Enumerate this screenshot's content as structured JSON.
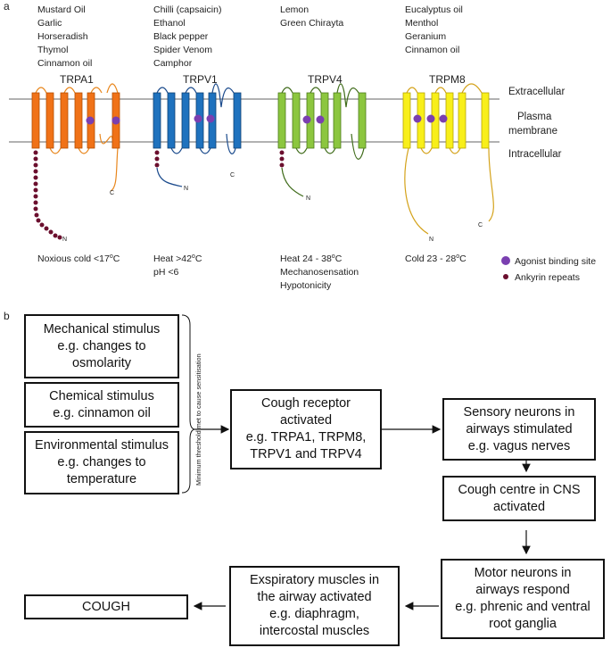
{
  "panel_a": {
    "label": "a",
    "stimuli": {
      "trpa1": [
        "Mustard Oil",
        "Garlic",
        "Horseradish",
        "Thymol",
        "Cinnamon oil"
      ],
      "trpv1": [
        "Chilli (capsaicin)",
        "Ethanol",
        "Black pepper",
        "Spider Venom",
        "Camphor"
      ],
      "trpv4": [
        "Lemon",
        "Green Chirayta"
      ],
      "trpm8": [
        "Eucalyptus oil",
        "Menthol",
        "Geranium",
        "Cinnamon oil"
      ]
    },
    "channels": {
      "trpa1": "TRPA1",
      "trpv1": "TRPV1",
      "trpv4": "TRPV4",
      "trpm8": "TRPM8"
    },
    "regions": {
      "extracellular": "Extracellular",
      "plasma1": "Plasma",
      "plasma2": "membrane",
      "intracellular": "Intracellular"
    },
    "termini": {
      "n": "N",
      "c": "C"
    },
    "activation": {
      "trpa1": [
        "Noxious cold <17",
        "o",
        "C"
      ],
      "trpv1_heat": [
        "Heat >42",
        "o",
        "C"
      ],
      "trpv1_ph": "pH <6",
      "trpv4_heat": [
        "Heat 24 - 38",
        "o",
        "C"
      ],
      "trpv4_mech": "Mechanosensation",
      "trpv4_hypo": "Hypotonicity",
      "trpm8": [
        "Cold 23 - 28",
        "o",
        "C"
      ]
    },
    "legend": {
      "agonist": "Agonist binding site",
      "ankyrin": "Ankyrin repeats"
    },
    "colors": {
      "trpa1": "#f07218",
      "trpv1": "#1f72be",
      "trpv4": "#8cc63f",
      "trpm8": "#f8ef1a",
      "agonist": "#7a3fb0",
      "ankyrin": "#6b0f2e"
    }
  },
  "panel_b": {
    "label": "b",
    "mechanical": [
      "Mechanical stimulus",
      "e.g. changes to",
      "osmolarity"
    ],
    "chemical": [
      "Chemical stimulus",
      "e.g. cinnamon oil"
    ],
    "environmental": [
      "Environmental stimulus",
      "e.g. changes to",
      "temperature"
    ],
    "threshold": "Minimum threshold met to cause sensitisation",
    "receptor": [
      "Cough receptor",
      "activated",
      "e.g. TRPA1, TRPM8,",
      "TRPV1 and TRPV4"
    ],
    "sensory": [
      "Sensory neurons in",
      "airways stimulated",
      "e.g. vagus nerves"
    ],
    "centre": [
      "Cough centre in CNS",
      "activated"
    ],
    "motor": [
      "Motor neurons in",
      "airways respond",
      "e.g. phrenic and ventral",
      "root ganglia"
    ],
    "expiratory": [
      "Exspiratory muscles in",
      "the airway activated",
      "e.g. diaphragm,",
      "intercostal muscles"
    ],
    "cough": "COUGH"
  }
}
